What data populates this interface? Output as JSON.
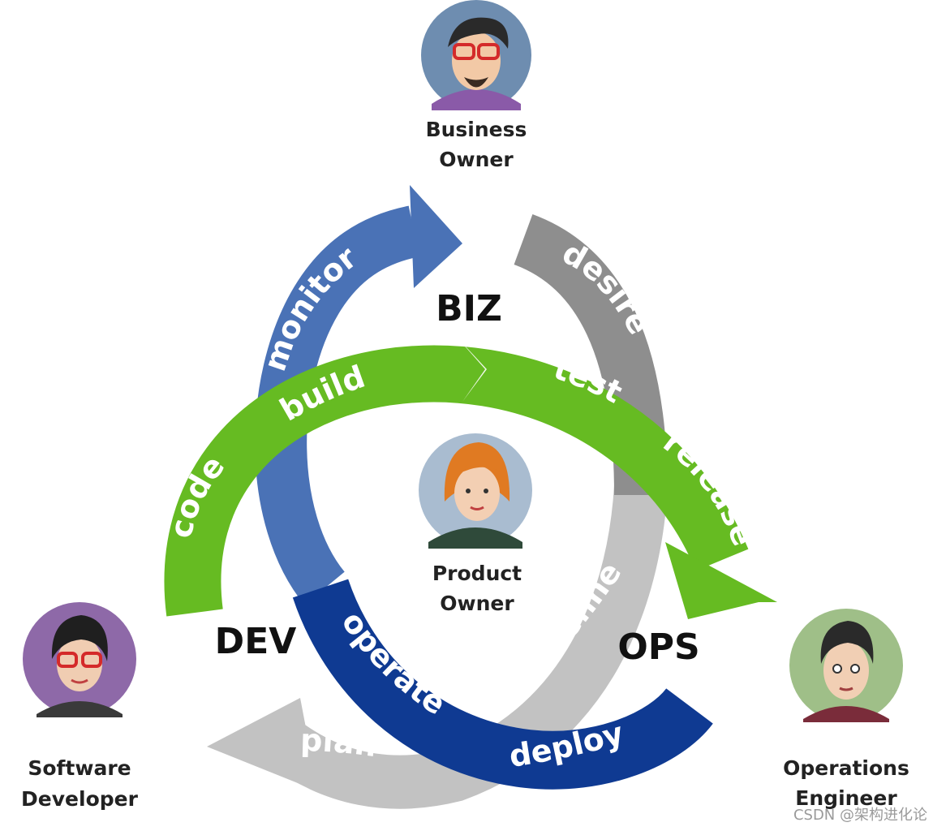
{
  "hubs": {
    "biz": "BIZ",
    "dev": "DEV",
    "ops": "OPS"
  },
  "roles": {
    "business_owner": {
      "line1": "Business",
      "line2": "Owner"
    },
    "product_owner": {
      "line1": "Product",
      "line2": "Owner"
    },
    "software_developer": {
      "line1": "Software",
      "line2": "Developer"
    },
    "operations_engineer": {
      "line1": "Operations",
      "line2": "Engineer"
    }
  },
  "loops": {
    "blue_light": {
      "labels": [
        "monitor"
      ],
      "color": "#4a72b6"
    },
    "gray_dark": {
      "labels": [
        "desire"
      ],
      "color": "#8e8e8e"
    },
    "green": {
      "labels": [
        "build",
        "code",
        "test",
        "release"
      ],
      "color": "#66bb22"
    },
    "gray_light": {
      "labels": [
        "define",
        "plan"
      ],
      "color": "#c2c2c2"
    },
    "blue_dark": {
      "labels": [
        "operate",
        "deploy"
      ],
      "color": "#0f3a92"
    }
  },
  "avatar_colors": {
    "business_owner": "#6e8db0",
    "product_owner": "#a9bcd0",
    "software_developer": "#8e69a8",
    "operations_engineer": "#9fbf88"
  },
  "watermark": "CSDN @架构进化论"
}
